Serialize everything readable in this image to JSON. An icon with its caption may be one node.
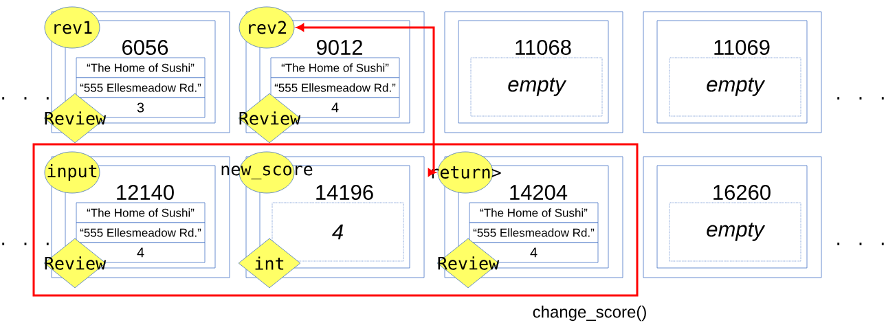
{
  "diagram": {
    "nodes": [
      {
        "text": [
          "rev1"
        ]
      },
      {
        "text": [],
        "shape": "box"
      },
      {
        "text": [
          "6056"
        ],
        "in": 1
      },
      {
        "text": [
          "“The Home of Sushi”"
        ],
        "in": 2
      },
      {
        "text": [
          "“555 Ellesmeadow Rd.”"
        ],
        "in": 2
      },
      {
        "text": [
          "3"
        ],
        "in": 2
      },
      {
        "text": [
          "Review"
        ]
      },
      {
        "text": [
          "rev2"
        ]
      },
      {
        "text": [],
        "shape": "box"
      },
      {
        "text": [
          "9012"
        ],
        "in": 8
      },
      {
        "text": [
          "“The Home of Sushi”"
        ],
        "in": 9
      },
      {
        "text": [
          "“555 Ellesmeadow Rd.”"
        ],
        "in": 9
      },
      {
        "text": [
          "4"
        ],
        "in": 9
      },
      {
        "text": [
          "Review"
        ]
      },
      {
        "text": [],
        "shape": "box"
      },
      {
        "text": [
          "11068"
        ],
        "in": 14
      },
      {
        "text": [
          "empty"
        ],
        "in": 15
      },
      {
        "text": [],
        "shape": "box"
      },
      {
        "text": [
          "11069"
        ],
        "in": 17
      },
      {
        "text": [
          "empty"
        ],
        "in": 18
      },
      {
        "text": [
          "change_score()"
        ]
      },
      {
        "text": [
          "input"
        ],
        "in": 20
      },
      {
        "text": [],
        "shape": "box",
        "in": 20
      },
      {
        "text": [
          "12140"
        ],
        "in": 22
      },
      {
        "text": [
          "“The Home of Sushi”"
        ],
        "in": 23
      },
      {
        "text": [
          "“555 Ellesmeadow Rd.”"
        ],
        "in": 23
      },
      {
        "text": [
          "4"
        ],
        "in": 23
      },
      {
        "text": [
          "Review"
        ],
        "in": 20
      },
      {
        "text": [
          "new_score"
        ],
        "in": 20
      },
      {
        "text": [],
        "shape": "box",
        "in": 20
      },
      {
        "text": [
          "14196"
        ],
        "in": 29
      },
      {
        "text": [
          "4"
        ],
        "in": 30
      },
      {
        "text": [
          "int"
        ],
        "in": 20
      },
      {
        "text": [
          "return>"
        ],
        "in": 20
      },
      {
        "text": [],
        "shape": "box",
        "in": 20
      },
      {
        "text": [
          "14204"
        ],
        "in": 34
      },
      {
        "text": [
          "“The Home of Sushi”"
        ],
        "in": 35
      },
      {
        "text": [
          "“555 Ellesmeadow Rd.”"
        ],
        "in": 35
      },
      {
        "text": [
          "4"
        ],
        "in": 35
      },
      {
        "text": [
          "Review"
        ],
        "in": 20
      },
      {
        "text": [],
        "shape": "box"
      },
      {
        "text": [
          "16260"
        ],
        "in": 40
      },
      {
        "text": [
          "empty"
        ],
        "in": 41
      }
    ],
    "edges": [
      {
        "from": 7,
        "to": 33,
        "arrow": "both",
        "color": "#ff0000"
      }
    ],
    "labels": [
      ". . .",
      ". . .",
      ". . .",
      ". . ."
    ]
  }
}
